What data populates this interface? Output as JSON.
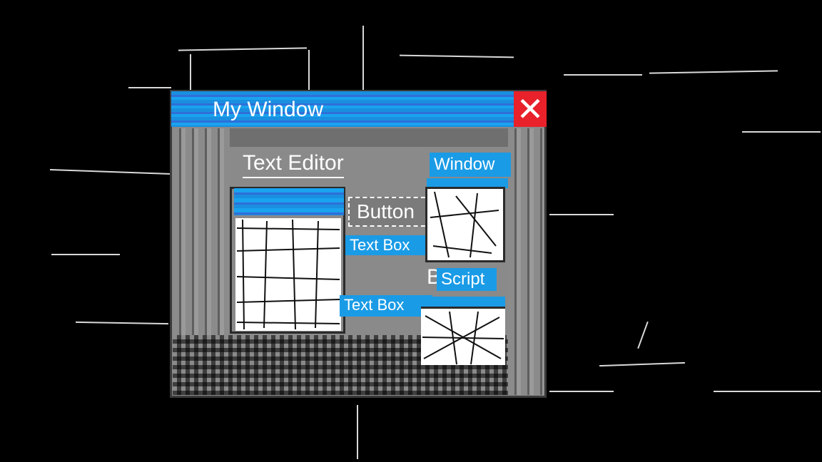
{
  "window": {
    "title": "My Window",
    "close_icon": "close-icon",
    "colors": {
      "titlebar": "#1a8fe0",
      "close": "#e8212b",
      "body": "#8a8a8a"
    }
  },
  "editor": {
    "label": "Text Editor"
  },
  "widgets": {
    "button_label": "Button",
    "textbox_1": "Text Box",
    "textbox_2": "Text Box",
    "sub_window_label": "Window",
    "script_label": "Script",
    "partial_glyph": "B"
  }
}
